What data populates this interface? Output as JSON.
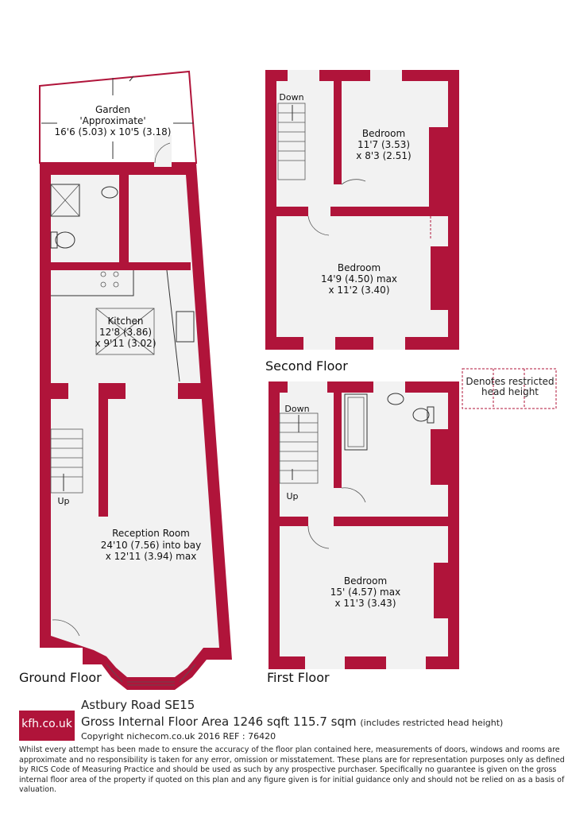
{
  "floors": {
    "ground": "Ground Floor",
    "first": "First Floor",
    "second": "Second Floor"
  },
  "rooms": {
    "garden": {
      "name": "Garden",
      "qual": "'Approximate'",
      "dims": "16'6 (5.03) x 10'5 (3.18)"
    },
    "kitchen": {
      "name": "Kitchen",
      "dim1": "12'8 (3.86)",
      "dim2": "x 9'11 (3.02)"
    },
    "reception": {
      "name": "Reception Room",
      "dim1": "24'10 (7.56) into bay",
      "dim2": "x 12'11 (3.94) max"
    },
    "bed_sf_small": {
      "name": "Bedroom",
      "dim1": "11'7 (3.53)",
      "dim2": "x 8'3 (2.51)"
    },
    "bed_sf_large": {
      "name": "Bedroom",
      "dim1": "14'9 (4.50) max",
      "dim2": "x 11'2 (3.40)"
    },
    "bed_ff": {
      "name": "Bedroom",
      "dim1": "15' (4.57) max",
      "dim2": "x 11'3 (3.43)"
    }
  },
  "stairs": {
    "up_ground": "Up",
    "up_first": "Up",
    "down_first": "Down",
    "down_second": "Down"
  },
  "legend": {
    "line1": "Denotes restricted",
    "line2": "head height"
  },
  "footer": {
    "logo": "kfh.co.uk",
    "address": "Astbury Road  SE15",
    "area": "Gross Internal Floor Area 1246 sqft 115.7 sqm",
    "area_note": "(includes restricted head height)",
    "copyright": "Copyright nichecom.co.uk 2016 REF : 76420",
    "disclaimer": "Whilst every attempt has been made to ensure the accuracy of the floor plan contained here, measurements of doors, windows and rooms are approximate and no responsibility is taken for any error, omission or misstatement.  These plans are for representation purposes only as defined by RICS Code of Measuring Practice and should be used as such by any prospective purchaser.  Specifically no guarantee is given on the gross internal floor area of the property if quoted on this plan and any figure given is for initial guidance only and should not be relied on as a basis of valuation."
  },
  "colors": {
    "wall": "#b0143a",
    "floor": "#f2f2f2"
  }
}
